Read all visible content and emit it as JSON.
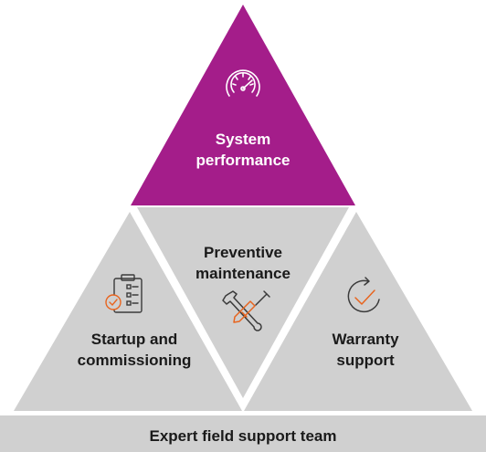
{
  "colors": {
    "top_fill": "#a41d8a",
    "panel_fill": "#d0d0d0",
    "divider": "#ffffff",
    "icon_stroke": "#e8641e",
    "icon_dark": "#3a3a3a",
    "text_dark": "#1a1a1a",
    "text_light": "#ffffff"
  },
  "top": {
    "icon": "speedometer-icon",
    "label_line1": "System",
    "label_line2": "performance"
  },
  "middle": {
    "icon": "tools-icon",
    "label_line1": "Preventive",
    "label_line2": "maintenance"
  },
  "left": {
    "icon": "checklist-icon",
    "label_line1": "Startup and",
    "label_line2": "commissioning"
  },
  "right": {
    "icon": "warranty-check-icon",
    "label_line1": "Warranty",
    "label_line2": "support"
  },
  "base": {
    "label": "Expert field support team"
  }
}
